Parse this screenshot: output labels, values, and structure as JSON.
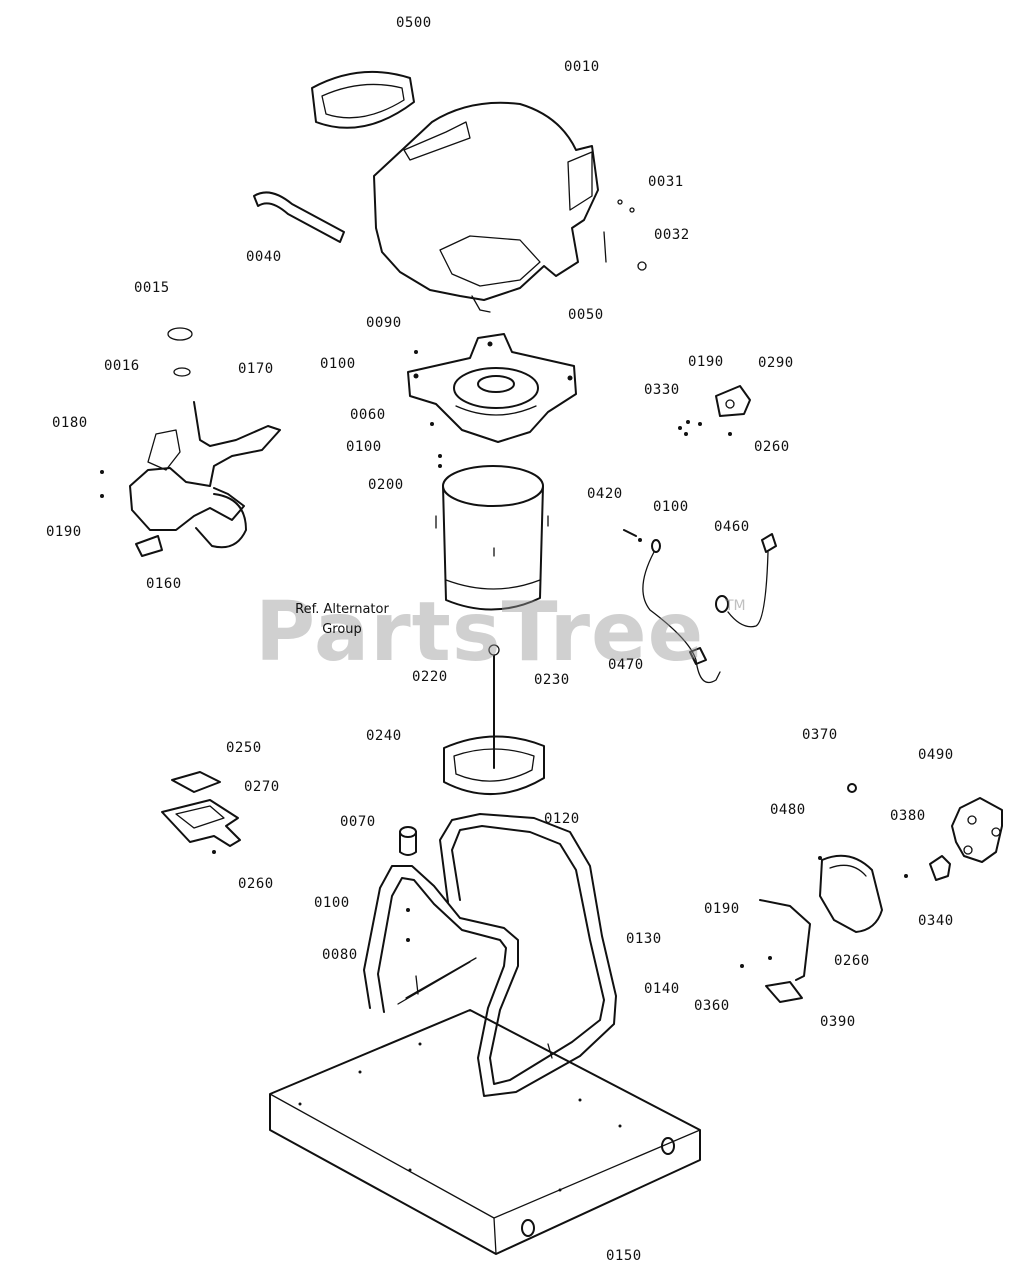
{
  "diagram": {
    "callouts": [
      {
        "id": "0500",
        "text": "0500"
      },
      {
        "id": "0010",
        "text": "0010"
      },
      {
        "id": "0031",
        "text": "0031"
      },
      {
        "id": "0032",
        "text": "0032"
      },
      {
        "id": "0040",
        "text": "0040"
      },
      {
        "id": "0015",
        "text": "0015"
      },
      {
        "id": "0090",
        "text": "0090"
      },
      {
        "id": "0050",
        "text": "0050"
      },
      {
        "id": "0016",
        "text": "0016"
      },
      {
        "id": "0170",
        "text": "0170"
      },
      {
        "id": "0100a",
        "text": "0100"
      },
      {
        "id": "0190a",
        "text": "0190"
      },
      {
        "id": "0290",
        "text": "0290"
      },
      {
        "id": "0180",
        "text": "0180"
      },
      {
        "id": "0060",
        "text": "0060"
      },
      {
        "id": "0330",
        "text": "0330"
      },
      {
        "id": "0100b",
        "text": "0100"
      },
      {
        "id": "0260a",
        "text": "0260"
      },
      {
        "id": "0200",
        "text": "0200"
      },
      {
        "id": "0420",
        "text": "0420"
      },
      {
        "id": "0100c",
        "text": "0100"
      },
      {
        "id": "0460",
        "text": "0460"
      },
      {
        "id": "0190b",
        "text": "0190"
      },
      {
        "id": "0160",
        "text": "0160"
      },
      {
        "id": "0470",
        "text": "0470"
      },
      {
        "id": "0220",
        "text": "0220"
      },
      {
        "id": "0230",
        "text": "0230"
      },
      {
        "id": "0370",
        "text": "0370"
      },
      {
        "id": "0250",
        "text": "0250"
      },
      {
        "id": "0240",
        "text": "0240"
      },
      {
        "id": "0490",
        "text": "0490"
      },
      {
        "id": "0270",
        "text": "0270"
      },
      {
        "id": "0480",
        "text": "0480"
      },
      {
        "id": "0380",
        "text": "0380"
      },
      {
        "id": "0070",
        "text": "0070"
      },
      {
        "id": "0120",
        "text": "0120"
      },
      {
        "id": "0260b",
        "text": "0260"
      },
      {
        "id": "0340",
        "text": "0340"
      },
      {
        "id": "0100d",
        "text": "0100"
      },
      {
        "id": "0190c",
        "text": "0190"
      },
      {
        "id": "0130",
        "text": "0130"
      },
      {
        "id": "0080",
        "text": "0080"
      },
      {
        "id": "0260c",
        "text": "0260"
      },
      {
        "id": "0140",
        "text": "0140"
      },
      {
        "id": "0360",
        "text": "0360"
      },
      {
        "id": "0390",
        "text": "0390"
      },
      {
        "id": "0150",
        "text": "0150"
      }
    ],
    "ref_note": {
      "line1": "Ref. Alternator",
      "line2": "Group"
    },
    "watermark": {
      "text": "PartsTree",
      "tm": "TM"
    }
  }
}
